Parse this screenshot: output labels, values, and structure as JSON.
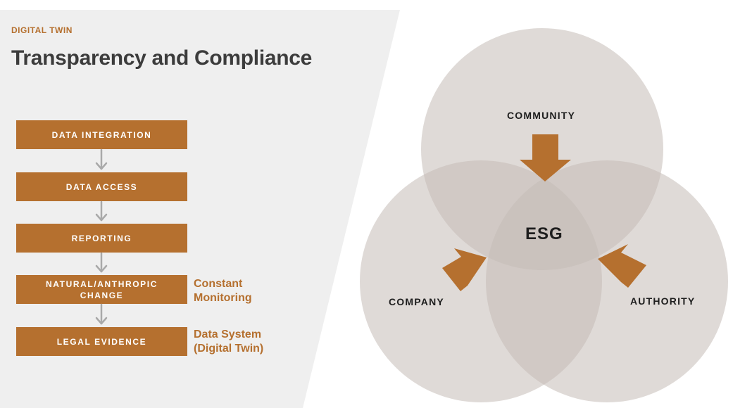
{
  "header": {
    "eyebrow": "DIGITAL TWIN",
    "title": "Transparency and Compliance"
  },
  "flow": {
    "steps": [
      {
        "label": "DATA INTEGRATION"
      },
      {
        "label": "DATA ACCESS"
      },
      {
        "label": "REPORTING"
      },
      {
        "label": "NATURAL/ANTHROPIC\nCHANGE"
      },
      {
        "label": "LEGAL EVIDENCE"
      }
    ],
    "notes": [
      {
        "text": "Constant\nMonitoring"
      },
      {
        "text": "Data System\n(Digital Twin)"
      }
    ]
  },
  "venn": {
    "center": "ESG",
    "top": "COMMUNITY",
    "left": "COMPANY",
    "right": "AUTHORITY"
  },
  "colors": {
    "accent": "#b5702f",
    "panel": "#efefef",
    "circle": "#c4bcb6",
    "arrow": "#b5702f",
    "connector": "#a9a9a9"
  }
}
